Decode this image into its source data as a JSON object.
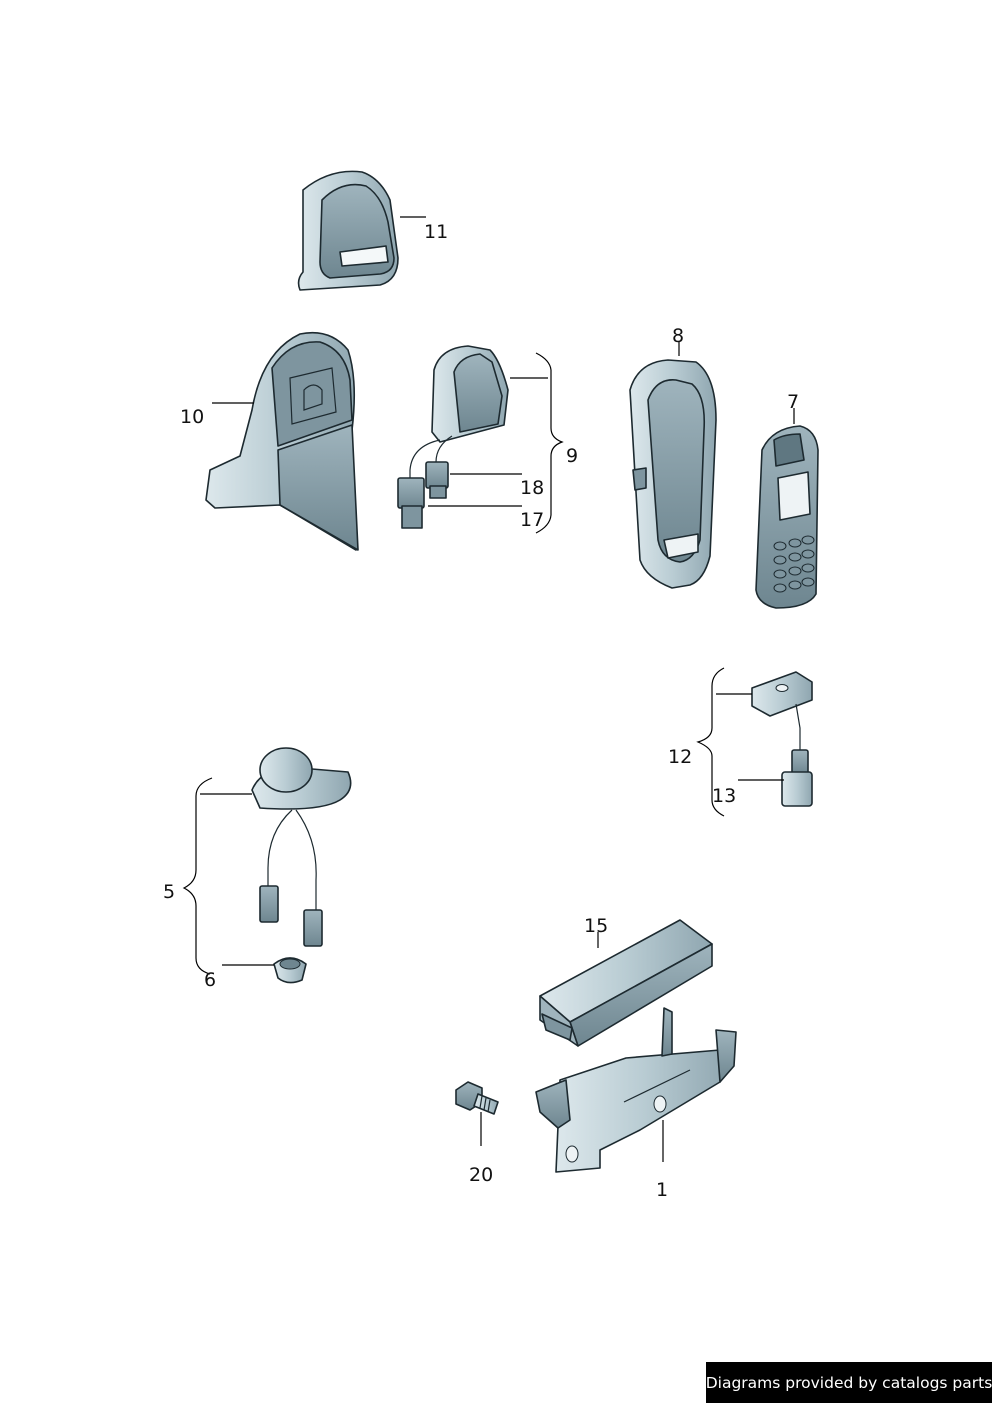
{
  "colors": {
    "part_dark": "#8fa6b0",
    "part_mid": "#b9ccd3",
    "part_light": "#dde8ec",
    "outline": "#1d2a30"
  },
  "callouts": {
    "c1": "1",
    "c5": "5",
    "c6": "6",
    "c7": "7",
    "c8": "8",
    "c9": "9",
    "c10": "10",
    "c11": "11",
    "c12": "12",
    "c13": "13",
    "c15": "15",
    "c17": "17",
    "c18": "18",
    "c20": "20"
  },
  "watermark": "Diagrams provided by catalogs parts"
}
